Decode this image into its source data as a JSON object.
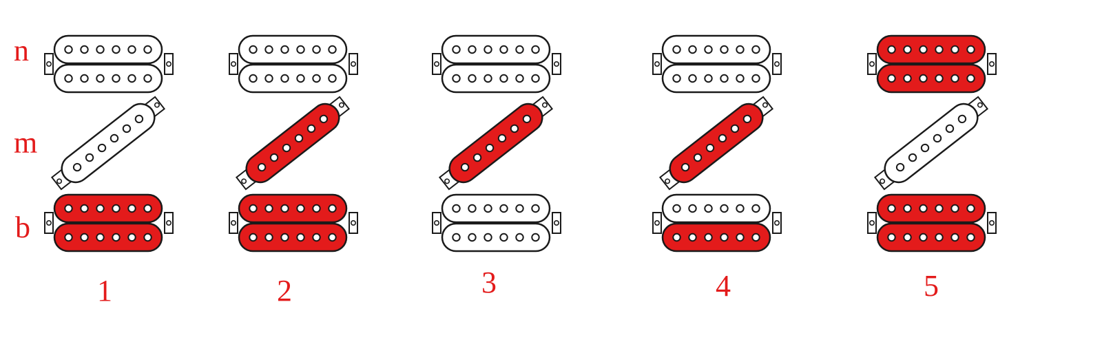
{
  "row_labels": {
    "neck": "n",
    "middle": "m",
    "bridge": "b"
  },
  "positions": [
    {
      "label": "1",
      "neck": [
        false,
        false
      ],
      "middle": false,
      "bridge": [
        true,
        true
      ]
    },
    {
      "label": "2",
      "neck": [
        false,
        false
      ],
      "middle": true,
      "bridge": [
        true,
        true
      ]
    },
    {
      "label": "3",
      "neck": [
        false,
        false
      ],
      "middle": true,
      "bridge": [
        false,
        false
      ]
    },
    {
      "label": "4",
      "neck": [
        false,
        false
      ],
      "middle": true,
      "bridge": [
        false,
        true
      ]
    },
    {
      "label": "5",
      "neck": [
        true,
        true
      ],
      "middle": false,
      "bridge": [
        true,
        true
      ]
    }
  ],
  "colors": {
    "active": "#e31b1b",
    "inactive": "#ffffff",
    "outline": "#1a1a1a",
    "label": "#e31b1b"
  }
}
